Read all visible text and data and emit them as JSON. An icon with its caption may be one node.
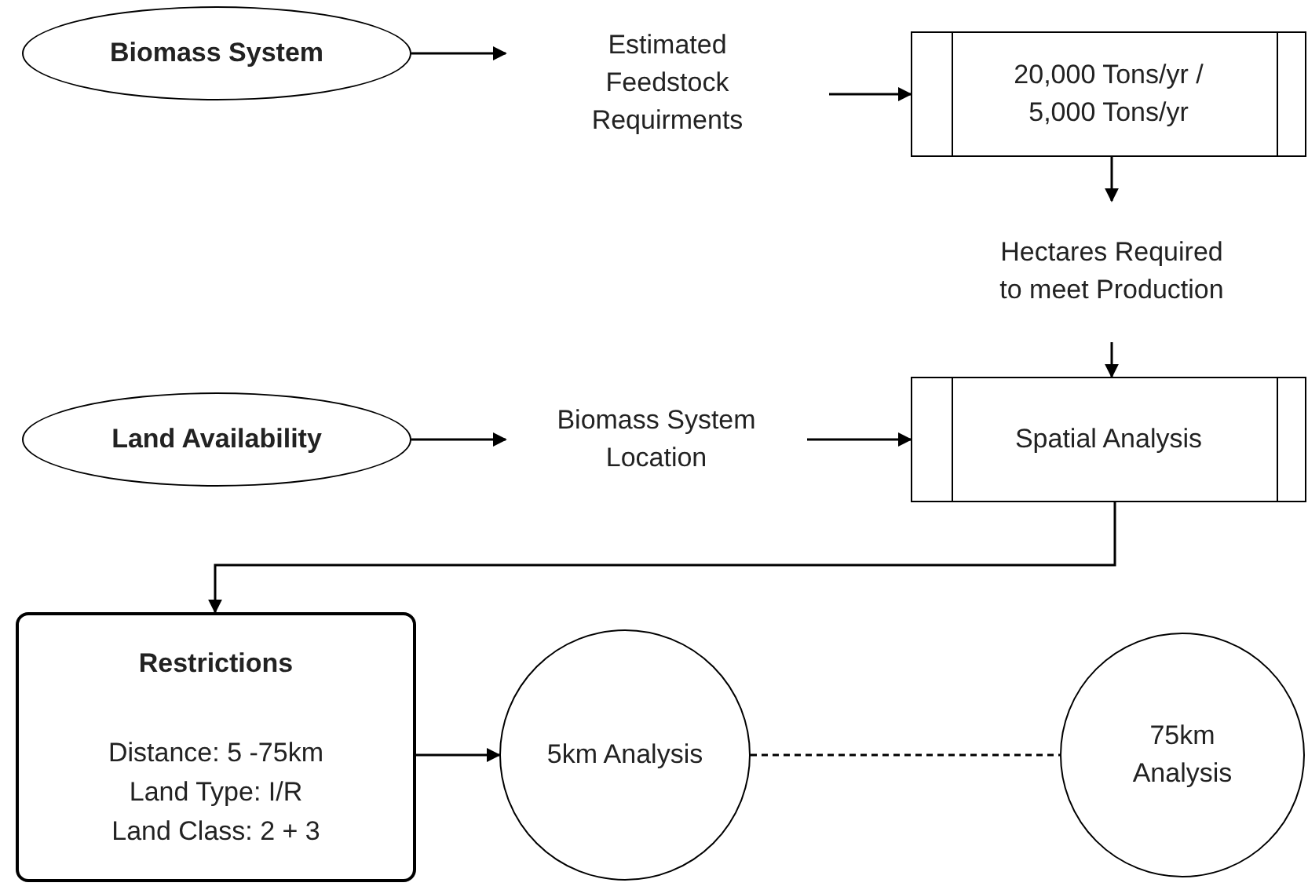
{
  "diagram": {
    "nodes": [
      {
        "text": [
          "Biomass System"
        ]
      },
      {
        "text": [
          "Estimated Feedstock Requirments"
        ]
      },
      {
        "text": [
          "20,000 Tons/yr / 5,000 Tons/yr"
        ]
      },
      {
        "text": [
          "Hectares Required to meet Production"
        ]
      },
      {
        "text": [
          "Land Availability"
        ]
      },
      {
        "text": [
          "Biomass System Location"
        ]
      },
      {
        "text": [
          "Spatial Analysis"
        ]
      },
      {
        "text": [
          "Restrictions",
          "Distance:  5 -75km",
          "Land Type:  I/R",
          "Land Class: 2 + 3"
        ]
      },
      {
        "text": [
          "5km Analysis"
        ]
      },
      {
        "text": [
          "75km Analysis"
        ]
      }
    ],
    "edges": [
      {
        "from": 0,
        "to": 1,
        "arrow": "to"
      },
      {
        "from": 1,
        "to": 2,
        "arrow": "to"
      },
      {
        "from": 2,
        "to": 3,
        "arrow": "to"
      },
      {
        "from": 3,
        "to": 6,
        "arrow": "to"
      },
      {
        "from": 4,
        "to": 5,
        "arrow": "to"
      },
      {
        "from": 5,
        "to": 6,
        "arrow": "to"
      },
      {
        "from": 6,
        "to": 7,
        "arrow": "to"
      },
      {
        "from": 7,
        "to": 8,
        "arrow": "to"
      },
      {
        "from": 8,
        "to": 9,
        "arrow": "none",
        "style": "dashed"
      }
    ]
  }
}
